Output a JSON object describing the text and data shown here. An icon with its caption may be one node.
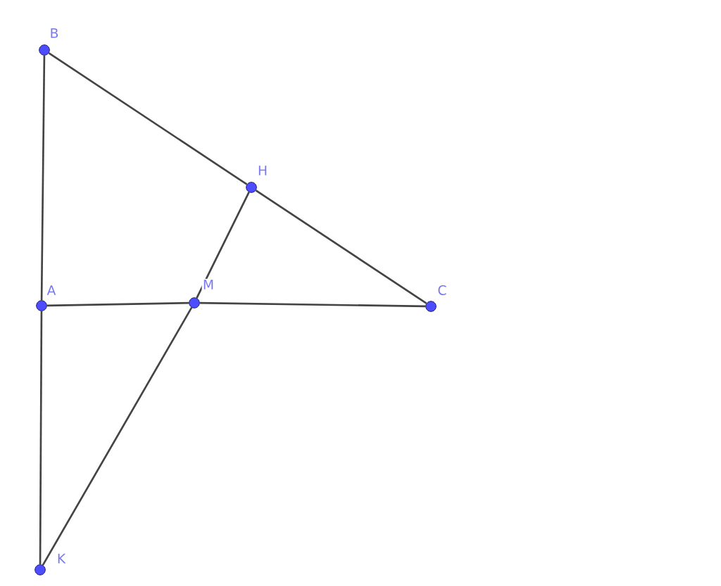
{
  "diagram": {
    "nodes": [
      {
        "text": [
          "B"
        ]
      },
      {
        "text": [
          "H"
        ]
      },
      {
        "text": [
          "A"
        ]
      },
      {
        "text": [
          "M"
        ]
      },
      {
        "text": [
          "C"
        ]
      },
      {
        "text": [
          "K"
        ]
      }
    ],
    "edges": [
      {
        "from": 0,
        "to": 2,
        "arrow": "none"
      },
      {
        "from": 2,
        "to": 5,
        "arrow": "none"
      },
      {
        "from": 0,
        "to": 1,
        "arrow": "none"
      },
      {
        "from": 1,
        "to": 4,
        "arrow": "none"
      },
      {
        "from": 2,
        "to": 3,
        "arrow": "none"
      },
      {
        "from": 3,
        "to": 4,
        "arrow": "none"
      },
      {
        "from": 1,
        "to": 3,
        "arrow": "none"
      },
      {
        "from": 3,
        "to": 5,
        "arrow": "none"
      }
    ]
  }
}
